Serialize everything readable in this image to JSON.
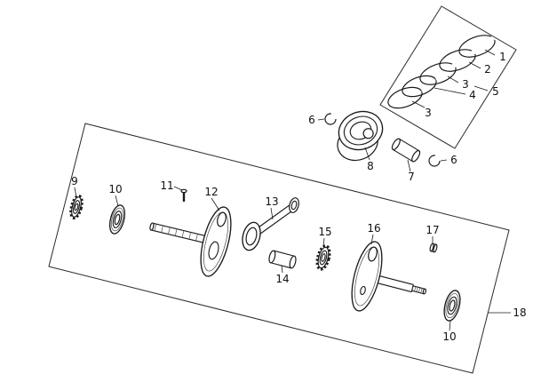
{
  "canvas": {
    "background": "#ffffff",
    "line_color": "#1a1a1a",
    "label_color": "#111111"
  },
  "callouts": {
    "ring_top": "1",
    "ring_second": "2",
    "ring_third": "3",
    "ring_spacer": "4",
    "ring_set": "5",
    "ring_bottom": "3",
    "circlip_left": "6",
    "circlip_right": "6",
    "piston_pin": "7",
    "piston": "8",
    "sprocket": "9",
    "bearing_left": "10",
    "bearing_right": "10",
    "bolt": "11",
    "crank_web_left": "12",
    "connecting_rod": "13",
    "crank_pin": "14",
    "gear": "15",
    "crank_web_right": "16",
    "key": "17",
    "crankshaft_assembly": "18"
  }
}
